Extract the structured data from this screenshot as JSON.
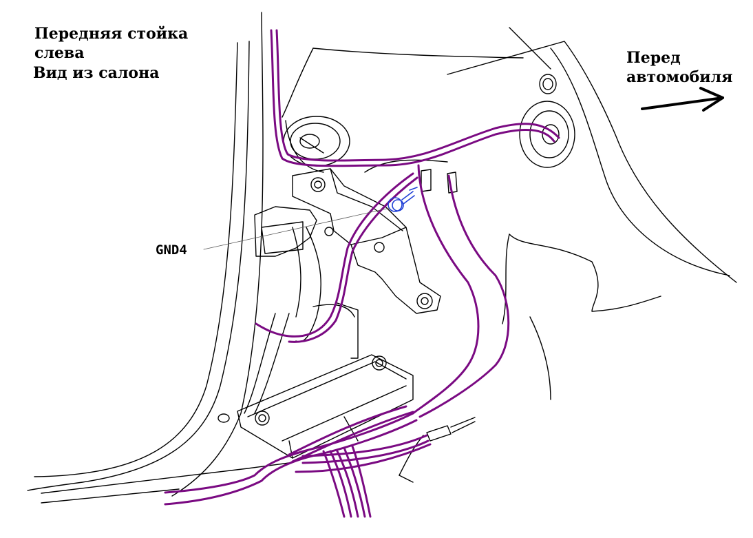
{
  "labels": {
    "title_line1": "Передняя стойка",
    "title_line2": "слева",
    "title_line3": "Вид из салона",
    "front_line1": "Перед",
    "front_line2": "автомобиля",
    "ground_point": "GND4"
  },
  "colors": {
    "outline": "#000000",
    "harness": "#7a0a82",
    "ground": "#1f3fd6",
    "background": "#ffffff"
  },
  "icons": {
    "direction": "arrow-right-icon"
  }
}
